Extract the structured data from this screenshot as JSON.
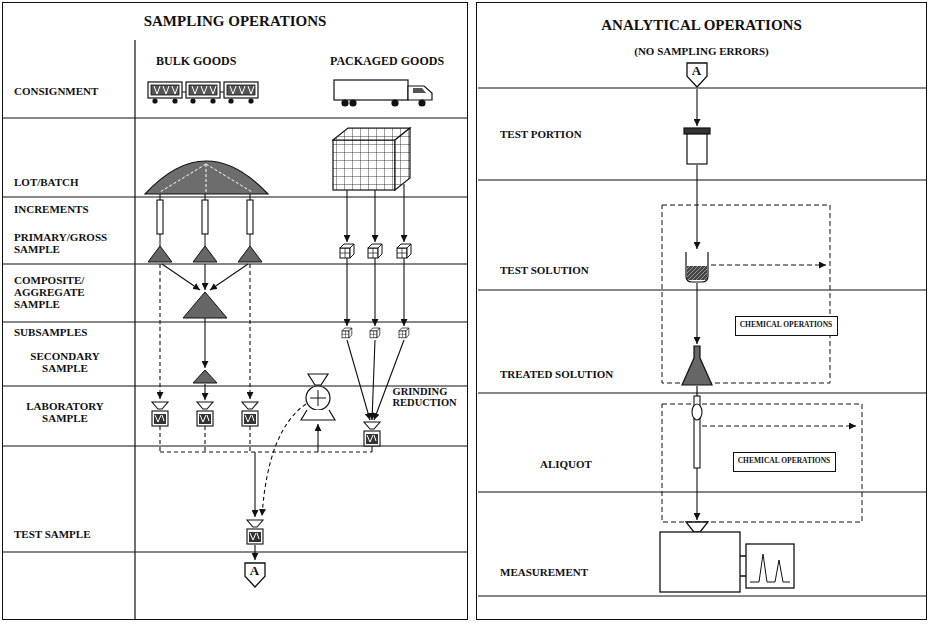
{
  "diagram": {
    "nodes": [
      {
        "text": [
          "SAMPLING OPERATIONS"
        ]
      },
      {
        "text": [
          "ANALYTICAL OPERATIONS",
          "(NO SAMPLING ERRORS)"
        ]
      },
      {
        "text": [
          "GRINDING REDUCTION"
        ],
        "in": 0
      },
      {
        "text": [
          "A"
        ],
        "in": 0
      },
      {
        "text": [
          "A"
        ],
        "in": 1
      },
      {
        "text": [
          "CHEMICAL OPERATIONS"
        ],
        "in": 1
      },
      {
        "text": [
          "CHEMICAL OPERATIONS"
        ],
        "in": 1
      }
    ],
    "labels": [
      "BULK GOODS",
      "PACKAGED GOODS",
      "CONSIGNMENT",
      "LOT/BATCH",
      "INCREMENTS",
      "PRIMARY/GROSS SAMPLE",
      "COMPOSITE/ AGGREGATE SAMPLE",
      "SUBSAMPLES",
      "SECONDARY SAMPLE",
      "LABORATORY SAMPLE",
      "TEST SAMPLE",
      "TEST PORTION",
      "TEST SOLUTION",
      "TREATED SOLUTION",
      "ALIQUOT",
      "MEASUREMENT"
    ]
  }
}
